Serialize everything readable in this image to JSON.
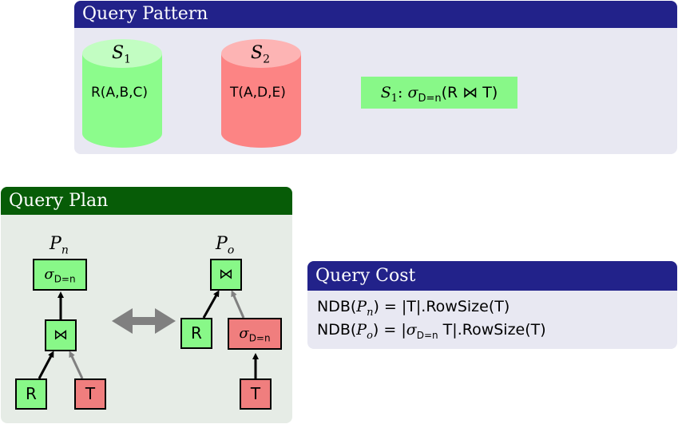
{
  "pattern": {
    "title": "Query Pattern",
    "sources": [
      {
        "name": "S",
        "sub": "1",
        "relation": "R(A,B,C)",
        "color": "#8cfc8c"
      },
      {
        "name": "S",
        "sub": "2",
        "relation": "T(A,D,E)",
        "color": "#fc8484"
      }
    ],
    "query": {
      "source": "S",
      "sub": "1",
      "colon": ":",
      "sigma": "σ",
      "cond": "D=n",
      "expr": "(R ⋈ T)"
    }
  },
  "plan": {
    "title": "Query Plan",
    "pn": {
      "label": "P",
      "sub": "n",
      "select": "σ",
      "select_cond": "D=n",
      "join": "⋈",
      "left": "R",
      "right": "T"
    },
    "po": {
      "label": "P",
      "sub": "o",
      "join": "⋈",
      "left": "R",
      "select": "σ",
      "select_cond": "D=n",
      "right": "T"
    },
    "colors": {
      "green": "#88f888",
      "red": "#f07e7e",
      "arrow_black": "#000000",
      "arrow_gray": "#808080"
    }
  },
  "cost": {
    "title": "Query Cost",
    "line1": {
      "fn": "NDB(",
      "var": "P",
      "sub": "n",
      "rest": ") = |T|.RowSize(T)"
    },
    "line2": {
      "fn": "NDB(",
      "var": "P",
      "sub": "o",
      "mid": ") = |",
      "sigma": "σ",
      "cond": "D=n",
      "rest": " T|.RowSize(T)"
    }
  }
}
